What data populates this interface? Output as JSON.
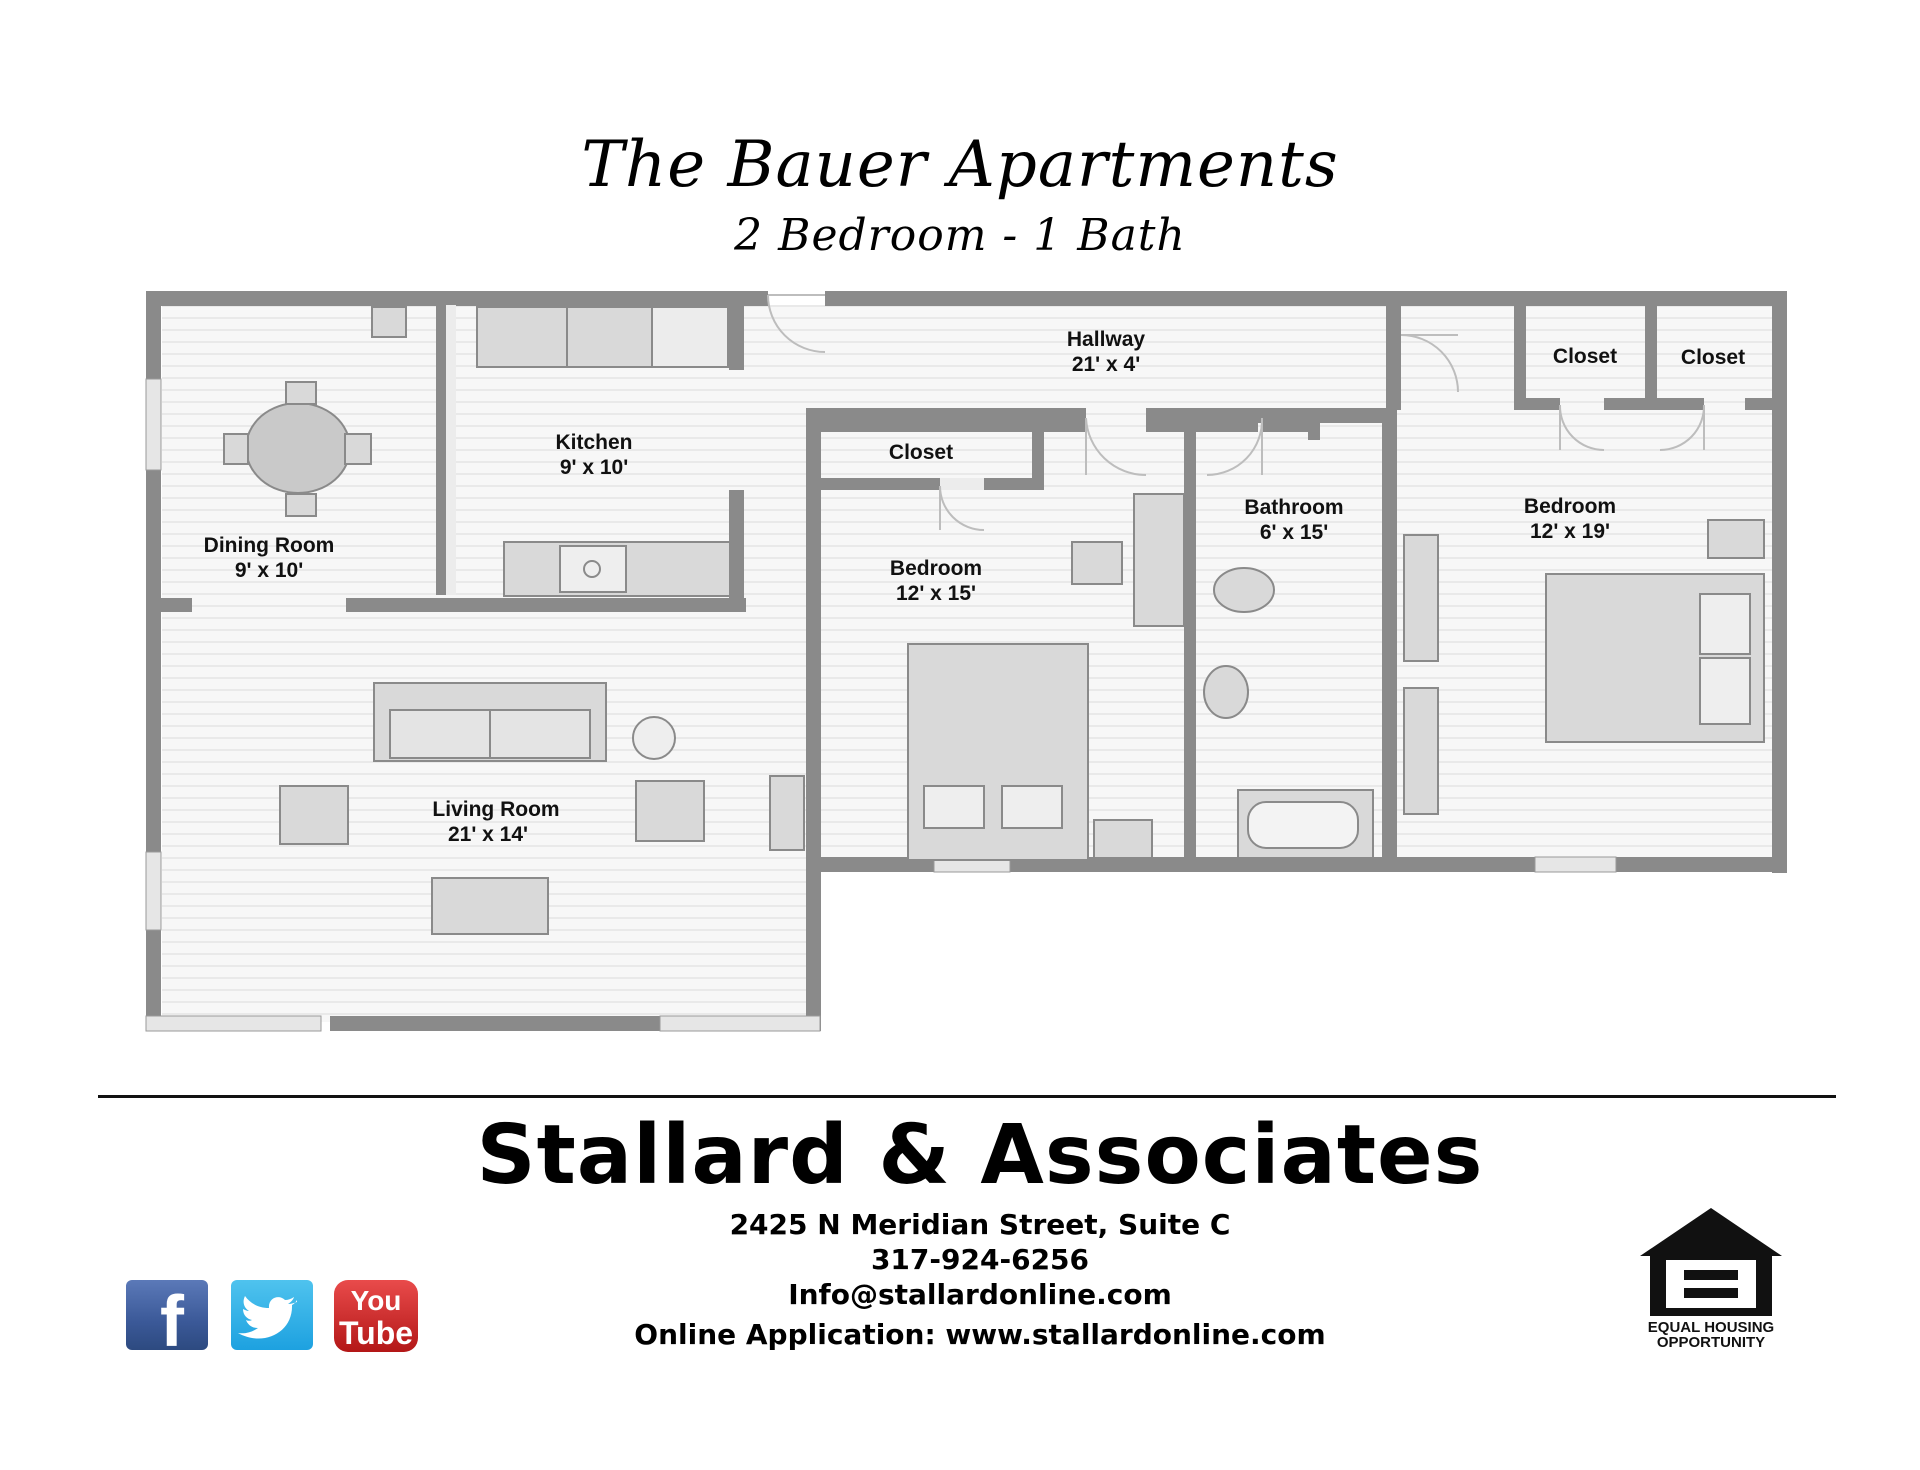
{
  "header": {
    "title": "The Bauer Apartments",
    "subtitle": "2 Bedroom - 1 Bath"
  },
  "rooms": {
    "hallway": {
      "name": "Hallway",
      "size": "21' x 4'"
    },
    "kitchen": {
      "name": "Kitchen",
      "size": "9' x 10'"
    },
    "dining": {
      "name": "Dining Room",
      "size": "9' x 10'"
    },
    "living": {
      "name": "Living Room",
      "size": "21' x 14'"
    },
    "bedroom1": {
      "name": "Bedroom",
      "size": "12' x 15'"
    },
    "bathroom": {
      "name": "Bathroom",
      "size": "6' x 15'"
    },
    "bedroom2": {
      "name": "Bedroom",
      "size": "12' x 19'"
    },
    "closet1": {
      "name": "Closet"
    },
    "closet2": {
      "name": "Closet"
    },
    "closet3": {
      "name": "Closet"
    }
  },
  "footer": {
    "company": "Stallard & Associates",
    "address": "2425 N Meridian Street, Suite C",
    "phone": "317-924-6256",
    "email": "Info@stallardonline.com",
    "application": "Online Application:  www.stallardonline.com"
  },
  "icons": {
    "facebook": "f",
    "twitter": "bird",
    "youtube_top": "You",
    "youtube_bottom": "Tube",
    "eho_line1": "EQUAL HOUSING",
    "eho_line2": "OPPORTUNITY"
  },
  "colors": {
    "wall": "#8a8a8a",
    "floor": "#f4f4f4",
    "furniture": "#d8d8d8"
  }
}
